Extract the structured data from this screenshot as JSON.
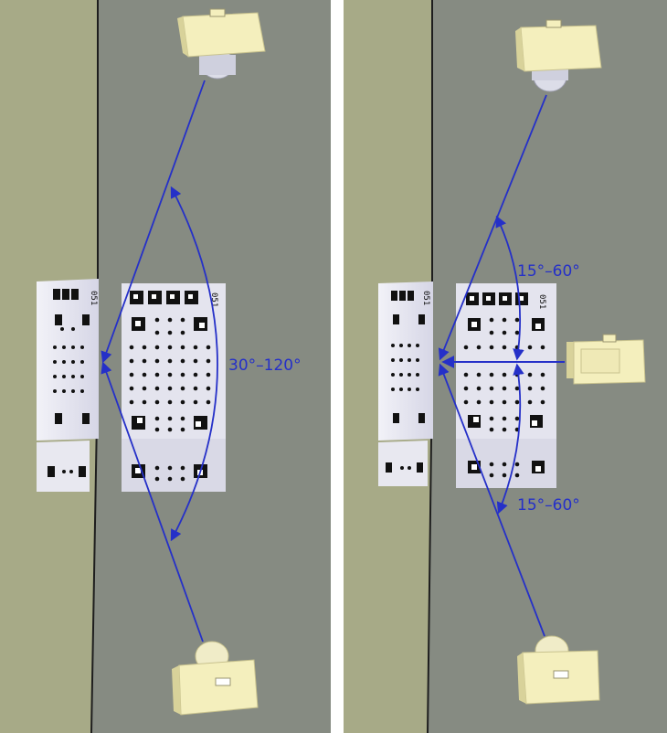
{
  "colors": {
    "wall_left": "#a7aa87",
    "wall_right": "#868b82",
    "gap": "#ffffff",
    "arrow": "#2530c8",
    "camera_body": "#f4efbd",
    "camera_lens": "#dcdde8",
    "target_plate": "#e4e4ee"
  },
  "panels": [
    {
      "id": "left",
      "angle_label": "30°–120°",
      "plate_ids": [
        "051",
        "051"
      ]
    },
    {
      "id": "right",
      "angle_label_top": "15°–60°",
      "angle_label_bottom": "15°–60°",
      "plate_ids": [
        "051",
        "051"
      ]
    }
  ],
  "icons": [
    "camera-icon",
    "calibration-target-icon",
    "angle-arc-icon"
  ]
}
